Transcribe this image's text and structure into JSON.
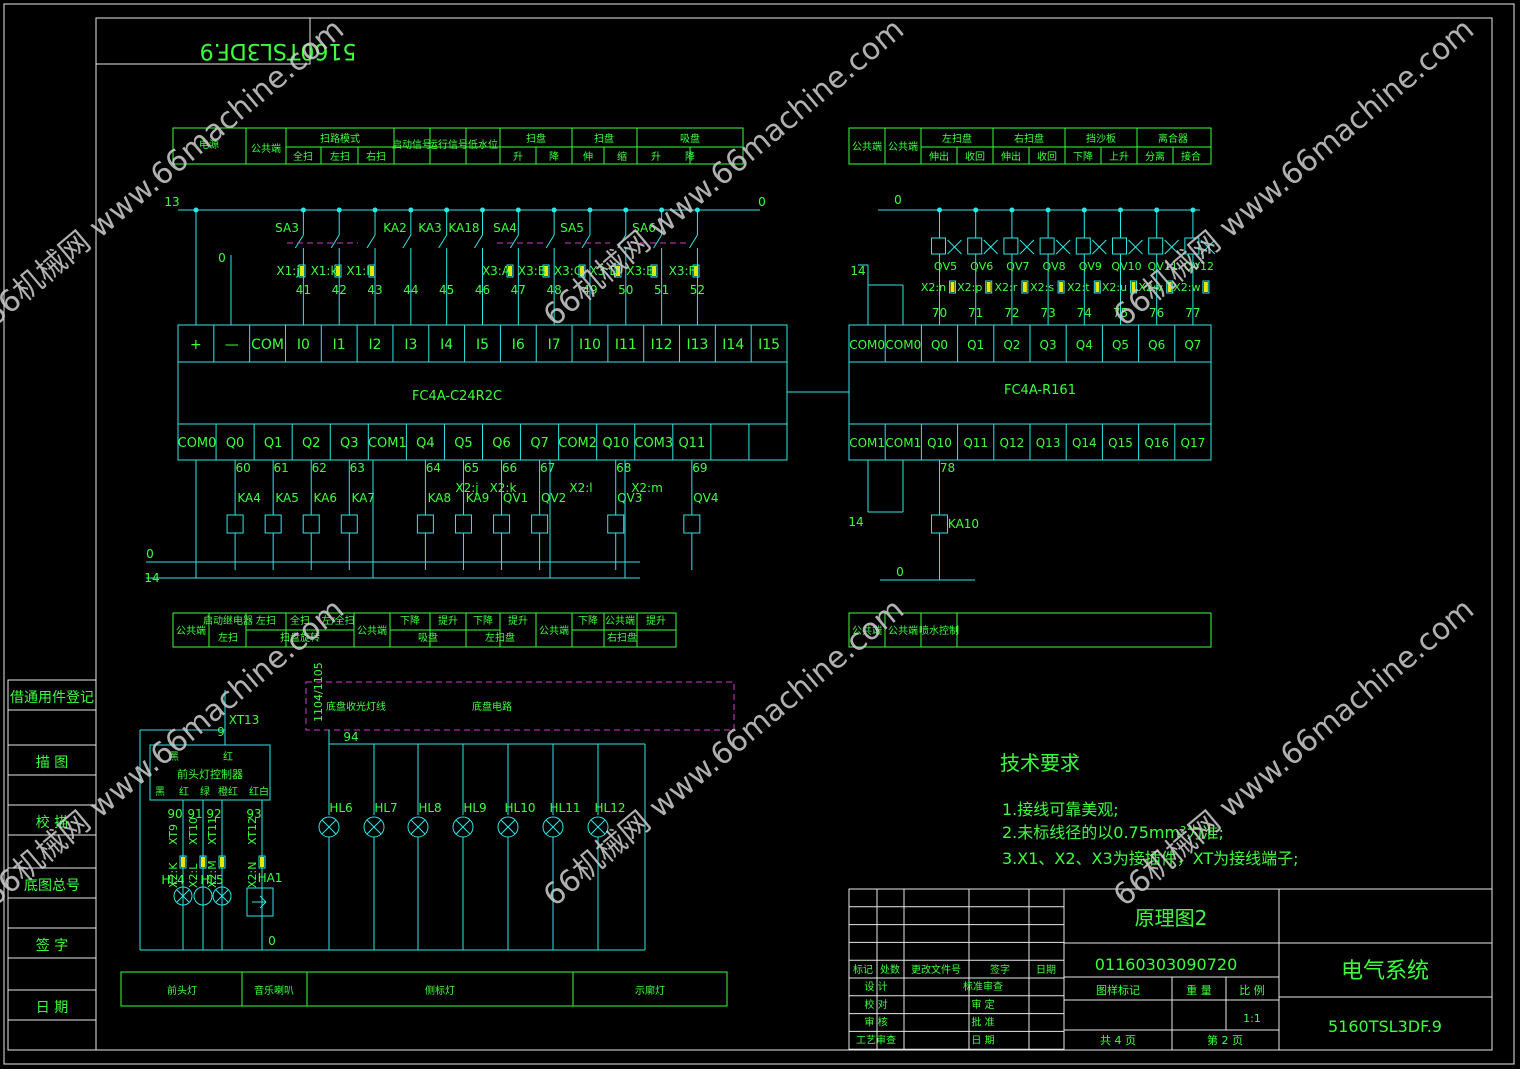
{
  "sheet": {
    "code_mirrored": "5160TSL3DF.9",
    "drawing_title": "原理图2",
    "drawing_number": "01160303090720",
    "system_name": "电气系统",
    "code": "5160TSL3DF.9",
    "scale": "1:1",
    "sheets_total": "共 4 页",
    "sheet_no": "第 2 页"
  },
  "left_column": [
    "借通用件登记",
    "描 图",
    "校 描",
    "底图总号",
    "签 字",
    "日 期"
  ],
  "title_block_labels": {
    "row_heads": [
      "标记",
      "处数",
      "更改文件号",
      "签字",
      "日期"
    ],
    "design": [
      "设 计",
      "校 对",
      "审 核",
      "工艺审查"
    ],
    "approvals": [
      "标准审查",
      "审 定",
      "批 准",
      "日 期"
    ],
    "stage_mark": "图样标记",
    "weight": "重 量",
    "scale_label": "比 例"
  },
  "tech_req": {
    "title": "技术要求",
    "items": [
      "1.接线可靠美观;",
      "2.未标线径的以0.75mm²为准;",
      "3.X1、X2、X3为接插件，XT为接线端子;"
    ]
  },
  "plc_main": {
    "model": "FC4A-C24R2C",
    "inputs": [
      "+",
      "—",
      "COM",
      "I0",
      "I1",
      "I2",
      "I3",
      "I4",
      "I5",
      "I6",
      "I7",
      "I10",
      "I11",
      "I12",
      "I13",
      "I14",
      "I15"
    ],
    "outputs": [
      "COM0",
      "Q0",
      "Q1",
      "Q2",
      "Q3",
      "COM1",
      "Q4",
      "Q5",
      "Q6",
      "Q7",
      "COM2",
      "Q10",
      "COM3",
      "Q11",
      "",
      ""
    ]
  },
  "plc_ext": {
    "model": "FC4A-R161",
    "top": [
      "COM0",
      "COM0",
      "Q0",
      "Q1",
      "Q2",
      "Q3",
      "Q4",
      "Q5",
      "Q6",
      "Q7"
    ],
    "bottom": [
      "COM1",
      "COM1",
      "Q10",
      "Q11",
      "Q12",
      "Q13",
      "Q14",
      "Q15",
      "Q16",
      "Q17"
    ]
  },
  "header_main": {
    "cells": [
      "电源",
      "公共端",
      "扫路模式",
      "启动信号",
      "运行信号",
      "低水位",
      "扫盘",
      "扫盘",
      "吸盘"
    ],
    "subs": [
      "全扫",
      "左扫",
      "右扫",
      "升",
      "降",
      "伸",
      "缩",
      "升",
      "降"
    ]
  },
  "header_ext": {
    "cells": [
      "公共端",
      "公共端",
      "左扫盘",
      "右扫盘",
      "挡沙板",
      "离合器"
    ],
    "subs": [
      "伸出",
      "收回",
      "伸出",
      "收回",
      "下降",
      "上升",
      "分离",
      "接合"
    ]
  },
  "footer_main": [
    "公共端",
    "启动继电器",
    "左扫",
    "右扫",
    "全扫",
    "左/全扫",
    "扫盘旋转",
    "公共端",
    "下降",
    "提升",
    "吸盘",
    "下降",
    "提升",
    "左扫盘",
    "公共端",
    "下降",
    "公共端",
    "提升",
    "右扫盘"
  ],
  "footer_ext": [
    "公共端",
    "公共端",
    "喷水控制"
  ],
  "lamps": {
    "labels": [
      "HL6",
      "HL7",
      "HL8",
      "HL9",
      "HL10",
      "HL11",
      "HL12"
    ],
    "left": [
      "HL4",
      "HL5",
      "HA1"
    ],
    "controller": "前头灯控制器",
    "controller_wires": [
      "黑",
      "红",
      "黑",
      "红",
      "绿",
      "橙红",
      "红白"
    ],
    "box_labels": [
      "底盘收光灯线",
      "底盘电路"
    ],
    "side_label": "1104/1105",
    "bottom_row": [
      "前头灯",
      "音乐喇叭",
      "侧标灯",
      "示廓灯"
    ]
  },
  "nodes": {
    "top_in": [
      "41",
      "42",
      "43",
      "44",
      "45",
      "46",
      "47",
      "48",
      "49",
      "50",
      "51",
      "52"
    ],
    "top_in_connectors": [
      "X1:j",
      "X1:k",
      "X1:l",
      "X3:A",
      "X3:B",
      "X3:C",
      "X3:D",
      "X3:E",
      "X3:F"
    ],
    "relays_in": [
      "SA3",
      "KA2",
      "KA3",
      "KA18",
      "SA4",
      "SA5",
      "SA6"
    ],
    "out": [
      "60",
      "61",
      "62",
      "63",
      "64",
      "65",
      "66",
      "67",
      "68",
      "69"
    ],
    "out_relays": [
      "KA4",
      "KA5",
      "KA6",
      "KA7",
      "KA8",
      "KA9",
      "QV1",
      "QV2",
      "QV3",
      "QV4"
    ],
    "out_conn": [
      "X2:j",
      "X2:k",
      "X2:l",
      "X2:m"
    ],
    "ext_nodes": [
      "70",
      "71",
      "72",
      "73",
      "74",
      "75",
      "76",
      "77"
    ],
    "ext_valves": [
      "QV5",
      "QV6",
      "QV7",
      "QV8",
      "QV9",
      "QV10",
      "QV11",
      "QV12"
    ],
    "ext_conn": [
      "X2:n",
      "X2:p",
      "X2:r",
      "X2:s",
      "X2:t",
      "X2:u",
      "X2:v",
      "X2:w"
    ],
    "ka10": "KA10",
    "n78": "78",
    "n13": "13",
    "n0": "0",
    "n14": "14",
    "n9": "9",
    "n94": "94",
    "xt": [
      "XT13",
      "XT9",
      "XT10",
      "XT11",
      "XT12"
    ],
    "lamp_nodes": [
      "90",
      "91",
      "92",
      "93"
    ],
    "lamp_conn": [
      "X2:K",
      "X2:L",
      "X2:M",
      "X2:N"
    ]
  },
  "watermark": "66机械网 www.66machine.com"
}
